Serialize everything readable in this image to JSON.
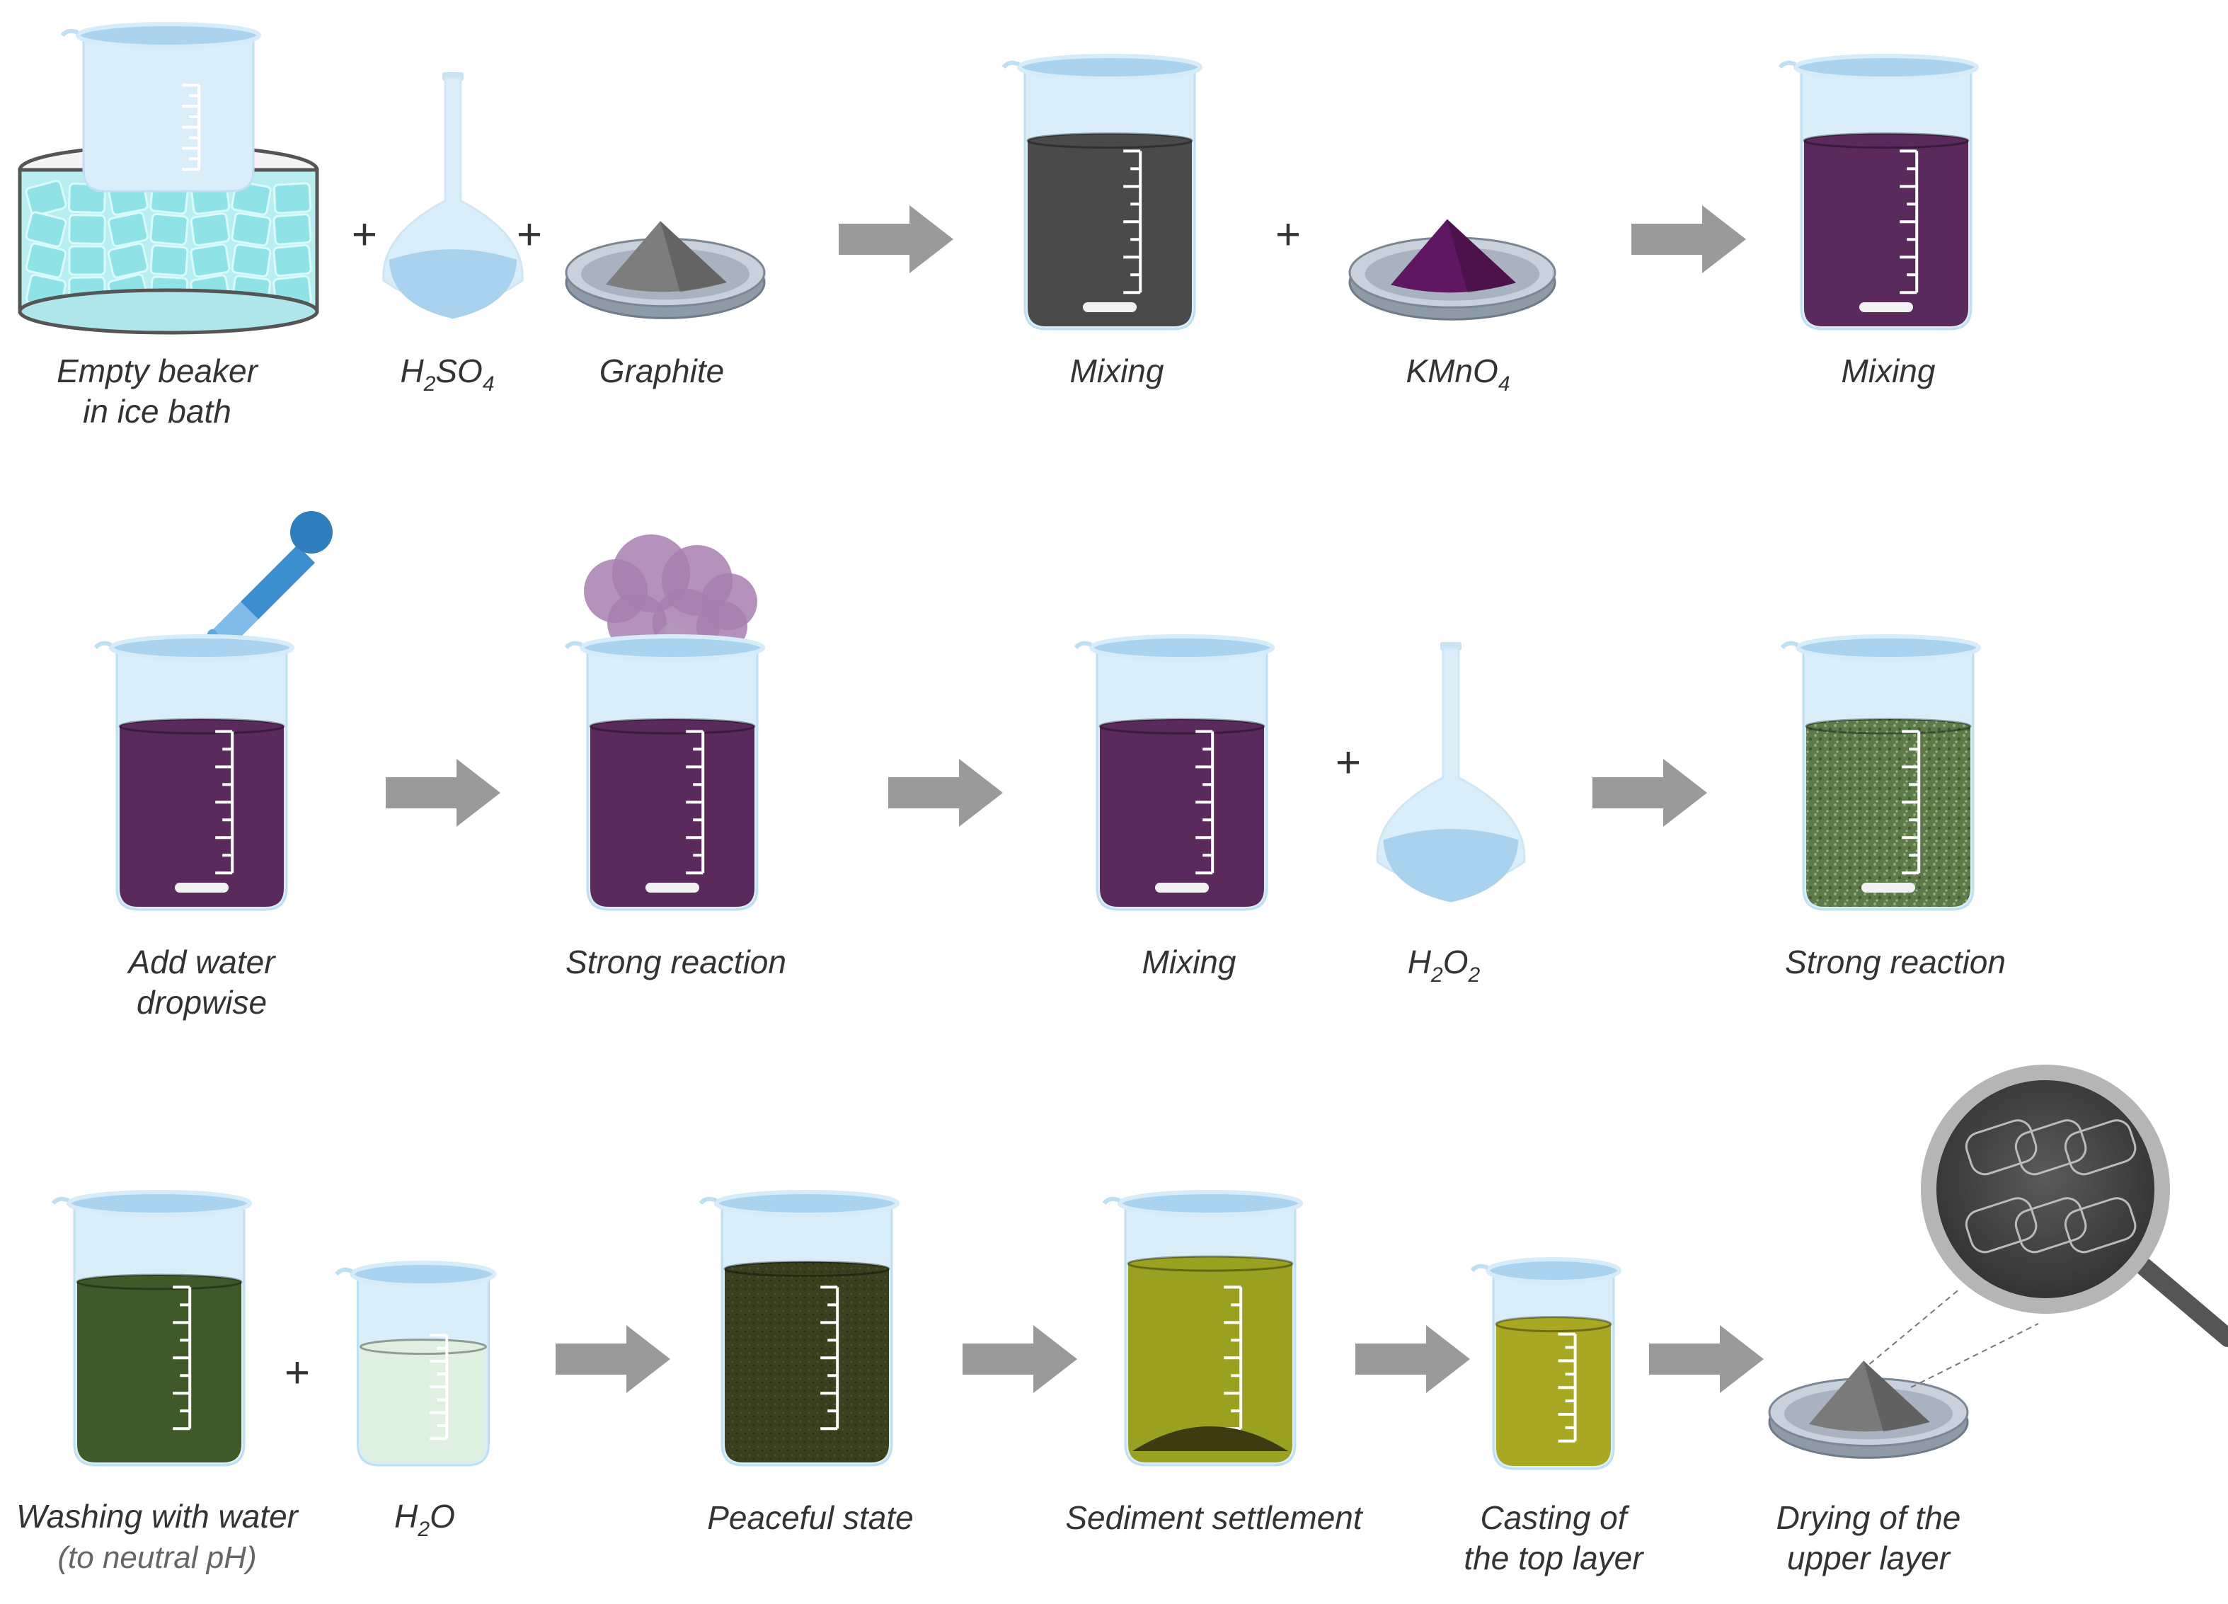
{
  "colors": {
    "glass": "#d9eef8",
    "glass_rim": "#a9d3ee",
    "ice": "#8fe3e6",
    "graphite": "#7d7d7d",
    "black_mix": "#4a4a4a",
    "purple": "#5a2a5c",
    "kmno4": "#5e1760",
    "green_speckle": "#5e7a4a",
    "dark_green": "#3f5a28",
    "light_green_water": "#dff0e0",
    "brownish": "#3d4220",
    "olive": "#9aa020",
    "arrow": "#9a9a9a",
    "dropper": "#3c8fcf",
    "smoke": "#a77fb0"
  },
  "row1": {
    "step1": {
      "line1": "Empty beaker",
      "line2": "in ice bath"
    },
    "h2so4": {
      "base": "H",
      "sub1": "2",
      "mid": "SO",
      "sub2": "4"
    },
    "graphite": "Graphite",
    "mixing1": "Mixing",
    "kmno4": {
      "base": "KMnO",
      "sub": "4"
    },
    "mixing2": "Mixing"
  },
  "row2": {
    "add_water": {
      "line1": "Add water",
      "line2": "dropwise"
    },
    "strong_reaction1": "Strong reaction",
    "mixing3": "Mixing",
    "h2o2": {
      "base": "H",
      "sub1": "2",
      "mid": "O",
      "sub2": "2"
    },
    "strong_reaction2": "Strong reaction"
  },
  "row3": {
    "washing": {
      "line1": "Washing with water",
      "line2": "(to neutral pH)"
    },
    "h2o": {
      "base": "H",
      "sub": "2",
      "end": "O"
    },
    "peaceful": "Peaceful state",
    "sediment": "Sediment settlement",
    "casting": {
      "line1": "Casting of",
      "line2": "the top layer"
    },
    "drying": {
      "line1": "Drying of the",
      "line2": "upper layer"
    }
  },
  "plus": "+",
  "icons": [
    "ice-bath-icon",
    "flask-icon",
    "petri-dish-icon",
    "beaker-icon",
    "dropper-icon",
    "smoke-icon",
    "magnifier-icon",
    "arrow-icon"
  ]
}
